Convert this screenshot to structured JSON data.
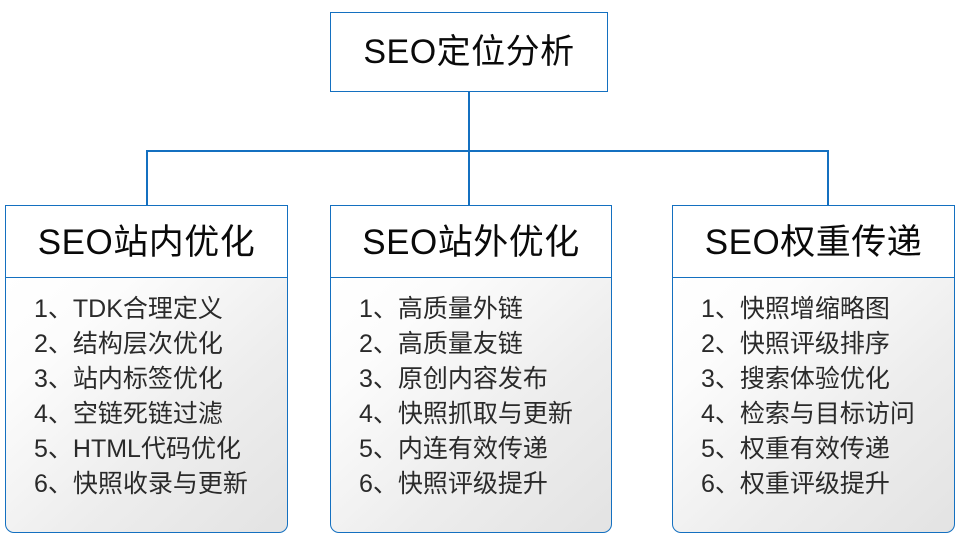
{
  "diagram": {
    "title": "SEO定位分析",
    "accent_color": "#1470c0",
    "text_color": "#0a0a0a",
    "branches": [
      {
        "header": "SEO站内优化",
        "items": [
          "1、TDK合理定义",
          "2、结构层次优化",
          "3、站内标签优化",
          "4、空链死链过滤",
          "5、HTML代码优化",
          "6、快照收录与更新"
        ]
      },
      {
        "header": "SEO站外优化",
        "items": [
          "1、高质量外链",
          "2、高质量友链",
          "3、原创内容发布",
          "4、快照抓取与更新",
          "5、内连有效传递",
          "6、快照评级提升"
        ]
      },
      {
        "header": "SEO权重传递",
        "items": [
          "1、快照增缩略图",
          "2、快照评级排序",
          "3、搜索体验优化",
          "4、检索与目标访问",
          "5、权重有效传递",
          "6、权重评级提升"
        ]
      }
    ]
  }
}
